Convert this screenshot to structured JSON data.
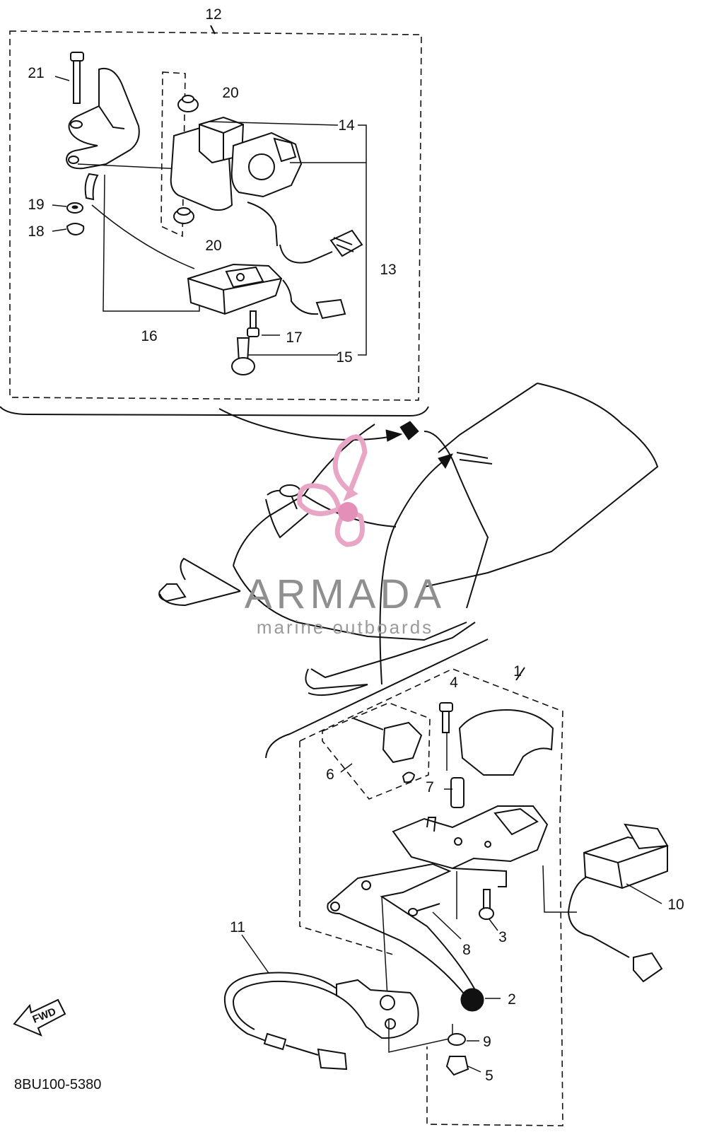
{
  "diagram": {
    "part_labels": [
      "1",
      "2",
      "3",
      "4",
      "5",
      "6",
      "7",
      "8",
      "9",
      "10",
      "11",
      "12",
      "13",
      "14",
      "15",
      "16",
      "17",
      "18",
      "19",
      "20",
      "20",
      "21"
    ],
    "drawing_code": "8BU100-5380",
    "fwd_label": "FWD"
  },
  "watermark": {
    "brand": "ARMADA",
    "tagline": "marine outboards",
    "colors": {
      "logo_pink": "#e8a5c6",
      "logo_center": "#e48fb8",
      "text_gray": "#8f8f8f"
    }
  }
}
